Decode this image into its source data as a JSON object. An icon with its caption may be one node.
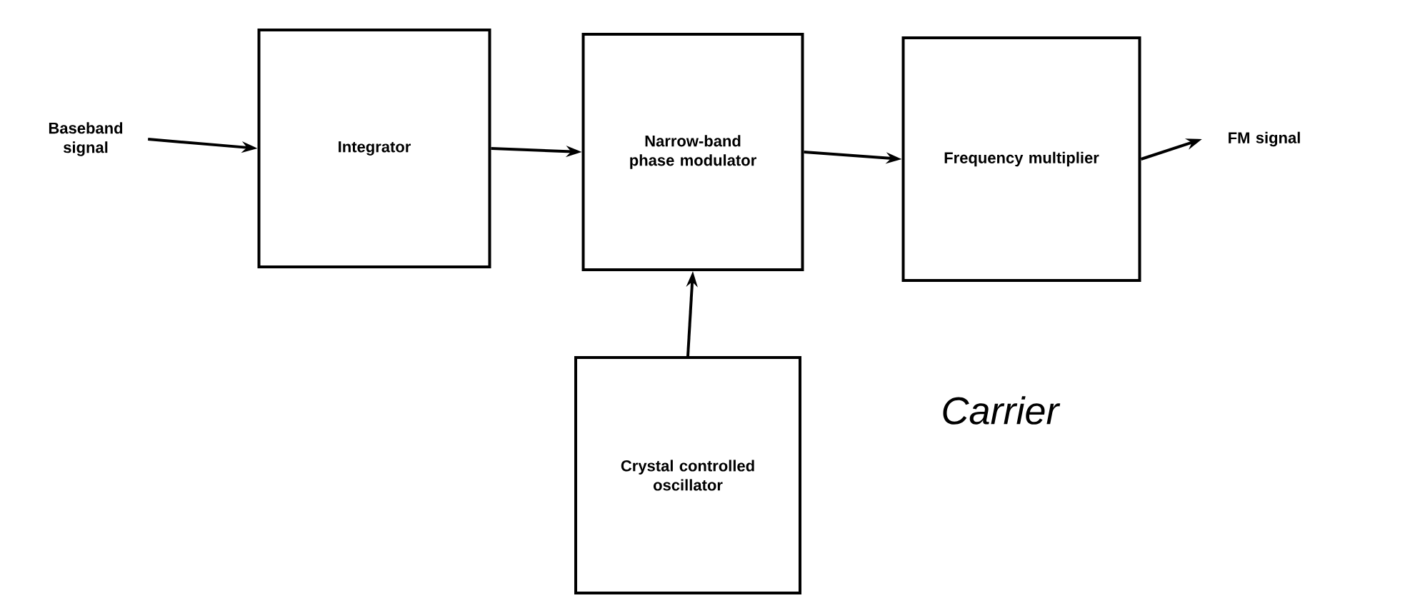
{
  "diagram": {
    "nodes": [
      {
        "text": [
          "Baseband signal"
        ]
      },
      {
        "text": [
          "Integrator"
        ]
      },
      {
        "text": [
          "Narrow-band phase modulator"
        ]
      },
      {
        "text": [
          "Frequency multiplier"
        ]
      },
      {
        "text": [
          "FM signal"
        ]
      },
      {
        "text": [
          "Crystal controlled oscillator"
        ]
      }
    ],
    "edges": [
      {
        "from": 0,
        "to": 1,
        "arrow": "to"
      },
      {
        "from": 1,
        "to": 2,
        "arrow": "to"
      },
      {
        "from": 2,
        "to": 3,
        "arrow": "to"
      },
      {
        "from": 3,
        "to": 4,
        "arrow": "to"
      },
      {
        "from": 5,
        "to": 2,
        "arrow": "to"
      }
    ],
    "labels": [
      "Carrier"
    ]
  }
}
